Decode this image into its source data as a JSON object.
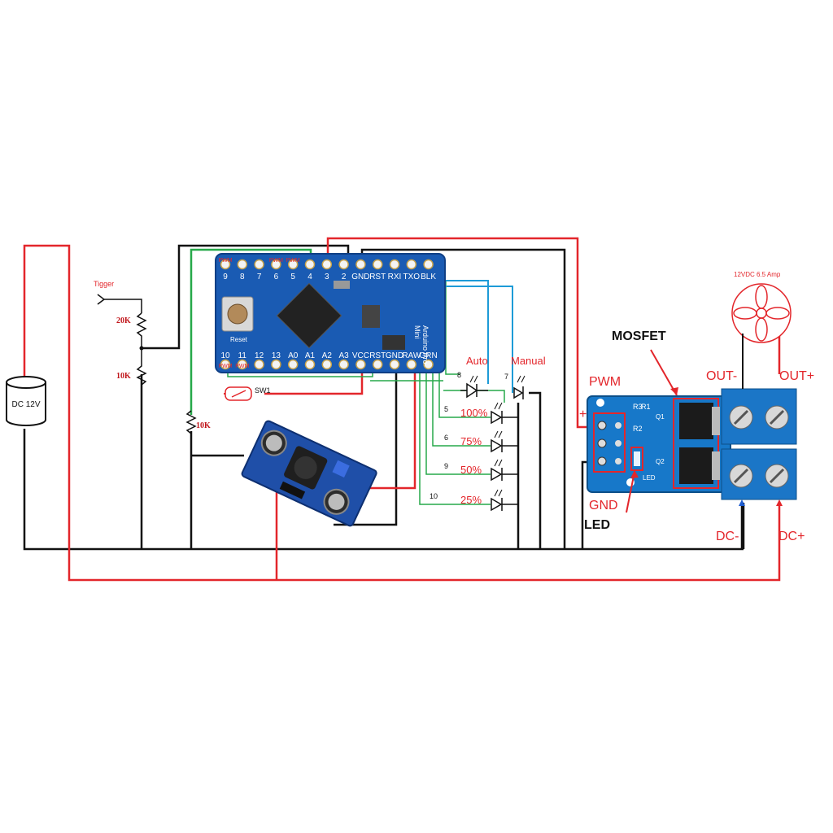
{
  "battery": {
    "label": "DC 12V"
  },
  "trigger": {
    "label": "Tigger"
  },
  "resistors": {
    "r1": "20K",
    "r2": "10K",
    "r3": "10K"
  },
  "switch": {
    "label": "SW1"
  },
  "arduino": {
    "top_pins": [
      "9",
      "8",
      "7",
      "6",
      "5",
      "4",
      "3",
      "2",
      "GND",
      "RST",
      "RXI",
      "TXO",
      "BLK"
    ],
    "bottom_pins": [
      "10",
      "11",
      "12",
      "13",
      "A0",
      "A1",
      "A2",
      "A3",
      "VCC",
      "RST",
      "GND",
      "RAW",
      "GRN"
    ],
    "pwm_tag": "PWM",
    "reset_label": "Reset",
    "board_text": [
      "Arduino Pro",
      "Mini"
    ]
  },
  "leds": {
    "auto": {
      "label": "Auto",
      "pin": "8"
    },
    "manual": {
      "label": "Manual",
      "pin": "7"
    },
    "levels": [
      {
        "label": "100%",
        "pin": "5"
      },
      {
        "label": "75%",
        "pin": "6"
      },
      {
        "label": "50%",
        "pin": "9"
      },
      {
        "label": "25%",
        "pin": "10"
      }
    ]
  },
  "mosfet_module": {
    "title": "MOSFET",
    "pwm_label": "PWM",
    "plus_label": "+",
    "gnd_label": "GND",
    "led_label": "LED",
    "board_led_text": "LED",
    "parts": [
      "R3",
      "R1",
      "R2",
      "Q1",
      "Q2"
    ],
    "out_minus": "OUT-",
    "out_plus": "OUT+",
    "dc_minus": "DC-",
    "dc_plus": "DC+"
  },
  "fan": {
    "label": "12VDC 6.5 Amp"
  }
}
